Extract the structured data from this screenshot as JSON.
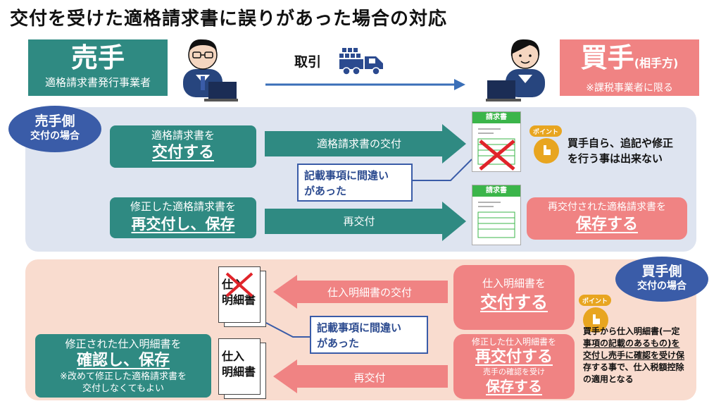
{
  "title": "交付を受けた適格請求書に誤りがあった場合の対応",
  "seller": {
    "title": "売手",
    "subtitle": "適格請求書発行事業者"
  },
  "buyer": {
    "title": "買手",
    "suffix": "(相手方)",
    "subtitle": "※課税事業者に限る"
  },
  "transaction_label": "取引",
  "top_section": {
    "badge_line1": "売手側",
    "badge_line2": "交付の場合",
    "step1_line1": "適格請求書を",
    "step1_line2": "交付する",
    "arrow1_label": "適格請求書の交付",
    "error_note_line1": "記載事項に間違い",
    "error_note_line2": "があった",
    "step2_line1": "修正した適格請求書を",
    "step2_line2": "再交付し、保存",
    "arrow2_label": "再交付",
    "point_label": "ポイント",
    "point_text_line1": "買手自ら、追記や修正",
    "point_text_line2": "を行う事は出来ない",
    "doc_title": "請求書",
    "save_line1": "再交付された適格請求書を",
    "save_line2": "保存する"
  },
  "bottom_section": {
    "badge_line1": "買手側",
    "badge_line2": "交付の場合",
    "doc1_line1": "仕入",
    "doc1_line2": "明細書",
    "arrow1_label": "仕入明細書の交付",
    "issue_line1": "仕入明細書を",
    "issue_line2": "交付する",
    "error_note_line1": "記載事項に間違い",
    "error_note_line2": "があった",
    "point_label": "ポイント",
    "point_text_line1": "買手から仕入明細書(一定",
    "point_text_line2": "事項の記載のあるもの)を",
    "point_text_line3": "交付し売手に確認を受け保",
    "point_text_line4": "存する事で、仕入税額控除",
    "point_text_line5": "の適用となる",
    "confirm_line1": "修正された仕入明細書を",
    "confirm_line2": "確認し、保存",
    "confirm_line3": "※改めて修正した適格請求書を",
    "confirm_line4": "交付しなくてもよい",
    "doc2_line1": "仕入",
    "doc2_line2": "明細書",
    "arrow2_label": "再交付",
    "reissue_line1": "修正した仕入明細書を",
    "reissue_line2": "再交付する",
    "reissue_line3": "売手の確認を受け",
    "reissue_line4": "保存する"
  },
  "colors": {
    "teal": "#2f8a82",
    "pink": "#f08383",
    "navy": "#3a5ca8",
    "top_panel": "#dee4f0",
    "bottom_panel": "#f9dccf"
  }
}
